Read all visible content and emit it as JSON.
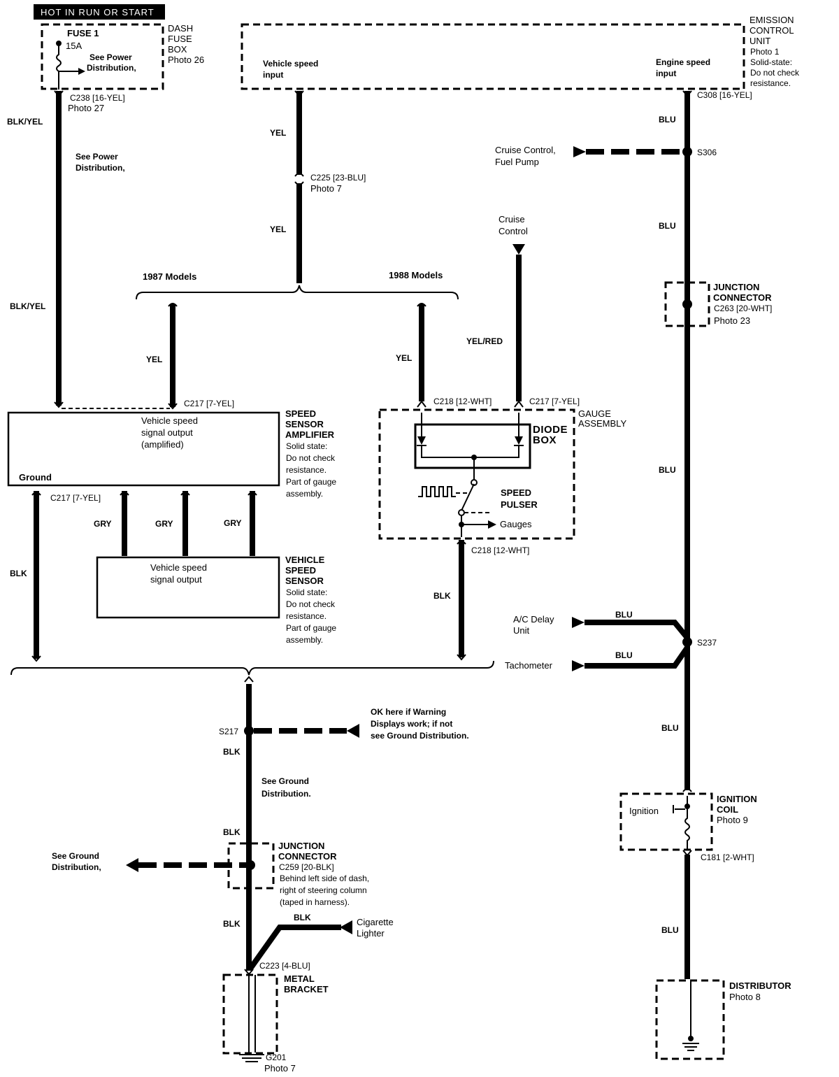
{
  "header": {
    "power_label": "HOT IN RUN OR START"
  },
  "fuse_box": {
    "fuse": "FUSE 1",
    "rating": "15A",
    "see_power": "See Power",
    "distribution": "Distribution,",
    "title": [
      "DASH",
      "FUSE",
      "BOX"
    ],
    "photo": "Photo 26",
    "connector": "C238 [16-YEL]",
    "connector_photo": "Photo 27"
  },
  "ecu": {
    "title": [
      "EMISSION",
      "CONTROL",
      "UNIT"
    ],
    "notes": [
      "Photo 1",
      "Solid-state:",
      "Do not check",
      "resistance."
    ],
    "vss_input": [
      "Vehicle speed",
      "input"
    ],
    "engine_input": [
      "Engine speed",
      "input"
    ],
    "connector": "C308 [16-YEL]"
  },
  "wires": {
    "blk_yel": "BLK/YEL",
    "yel": "YEL",
    "blu": "BLU",
    "gry": "GRY",
    "blk": "BLK",
    "yel_red": "YEL/RED"
  },
  "left_branch": {
    "see_power": "See Power",
    "distribution": "Distribution,"
  },
  "c225": {
    "label": "C225 [23-BLU]",
    "photo": "Photo 7"
  },
  "splices": {
    "s306": "S306",
    "s237": "S237",
    "s217": "S217"
  },
  "cruise_pump": [
    "Cruise Control,",
    "Fuel Pump"
  ],
  "cruise_control": [
    "Cruise",
    "Control"
  ],
  "models": {
    "m1987": "1987 Models",
    "m1988": "1988 Models"
  },
  "junction_c263": {
    "title": [
      "JUNCTION",
      "CONNECTOR"
    ],
    "connector": "C263 [20-WHT]",
    "photo": "Photo 23"
  },
  "amplifier": {
    "connector_top": "C217 [7-YEL]",
    "output": [
      "Vehicle speed",
      "signal output",
      "(amplified)"
    ],
    "ground": "Ground",
    "title": [
      "SPEED",
      "SENSOR",
      "AMPLIFIER"
    ],
    "notes": [
      "Solid state:",
      "Do not check",
      "resistance.",
      "Part of gauge",
      "assembly."
    ],
    "connector_bottom": "C217 [7-YEL]"
  },
  "gauge": {
    "c218": "C218 [12-WHT]",
    "c217": "C217 [7-YEL]",
    "title": [
      "GAUGE",
      "ASSEMBLY"
    ],
    "diode_box": [
      "DIODE",
      "BOX"
    ],
    "pulser": [
      "SPEED",
      "PULSER"
    ],
    "gauges": "Gauges",
    "c218_bottom": "C218 [12-WHT]"
  },
  "vss": {
    "output": [
      "Vehicle speed",
      "signal output"
    ],
    "title": [
      "VEHICLE",
      "SPEED",
      "SENSOR"
    ],
    "notes": [
      "Solid state:",
      "Do not check",
      "resistance.",
      "Part of gauge",
      "assembly."
    ]
  },
  "ac_delay": [
    "A/C Delay",
    "Unit"
  ],
  "tachometer": "Tachometer",
  "ground_ok": [
    "OK here if Warning",
    "Displays work; if not",
    "see Ground Distribution."
  ],
  "see_ground": [
    "See Ground",
    "Distribution."
  ],
  "see_ground_left": [
    "See Ground",
    "Distribution,"
  ],
  "junction_c259": {
    "title": [
      "JUNCTION",
      "CONNECTOR"
    ],
    "connector": "C259 [20-BLK]",
    "notes": [
      "Behind left side of dash,",
      "right of steering column",
      "(taped in harness)."
    ]
  },
  "cigarette": [
    "Cigarette",
    "Lighter"
  ],
  "bracket": {
    "connector": "C223 [4-BLU]",
    "title": [
      "METAL",
      "BRACKET"
    ],
    "ground": "G201",
    "photo": "Photo 7"
  },
  "ignition_coil": {
    "ignition": "Ignition",
    "title": [
      "IGNITION",
      "COIL"
    ],
    "photo": "Photo 9",
    "connector": "C181 [2-WHT]"
  },
  "distributor": {
    "title": "DISTRIBUTOR",
    "photo": "Photo 8"
  }
}
